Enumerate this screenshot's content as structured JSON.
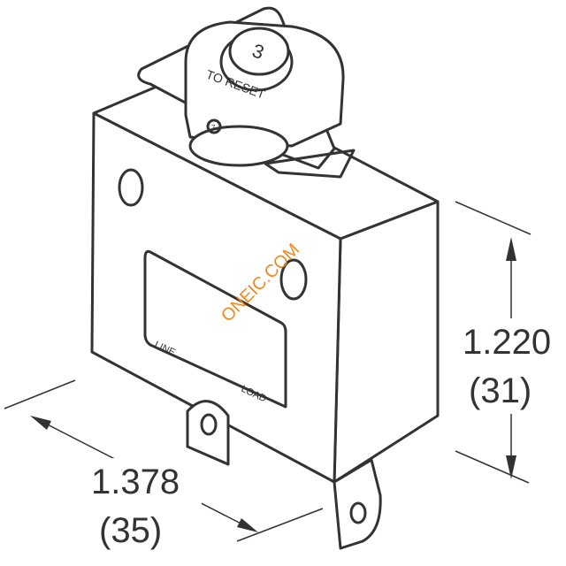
{
  "drawing": {
    "height_dimension": {
      "inches": "1.220",
      "mm": "(31)"
    },
    "width_dimension": {
      "inches": "1.378",
      "mm": "(35)"
    },
    "labels": {
      "line": "LINE",
      "load": "LOAD",
      "reset": "TO RESET",
      "rating": "3",
      "small_mark": "7"
    },
    "watermark": "ONEIC.COM",
    "colors": {
      "line": "#333333",
      "watermark": "#f08a1c"
    }
  }
}
